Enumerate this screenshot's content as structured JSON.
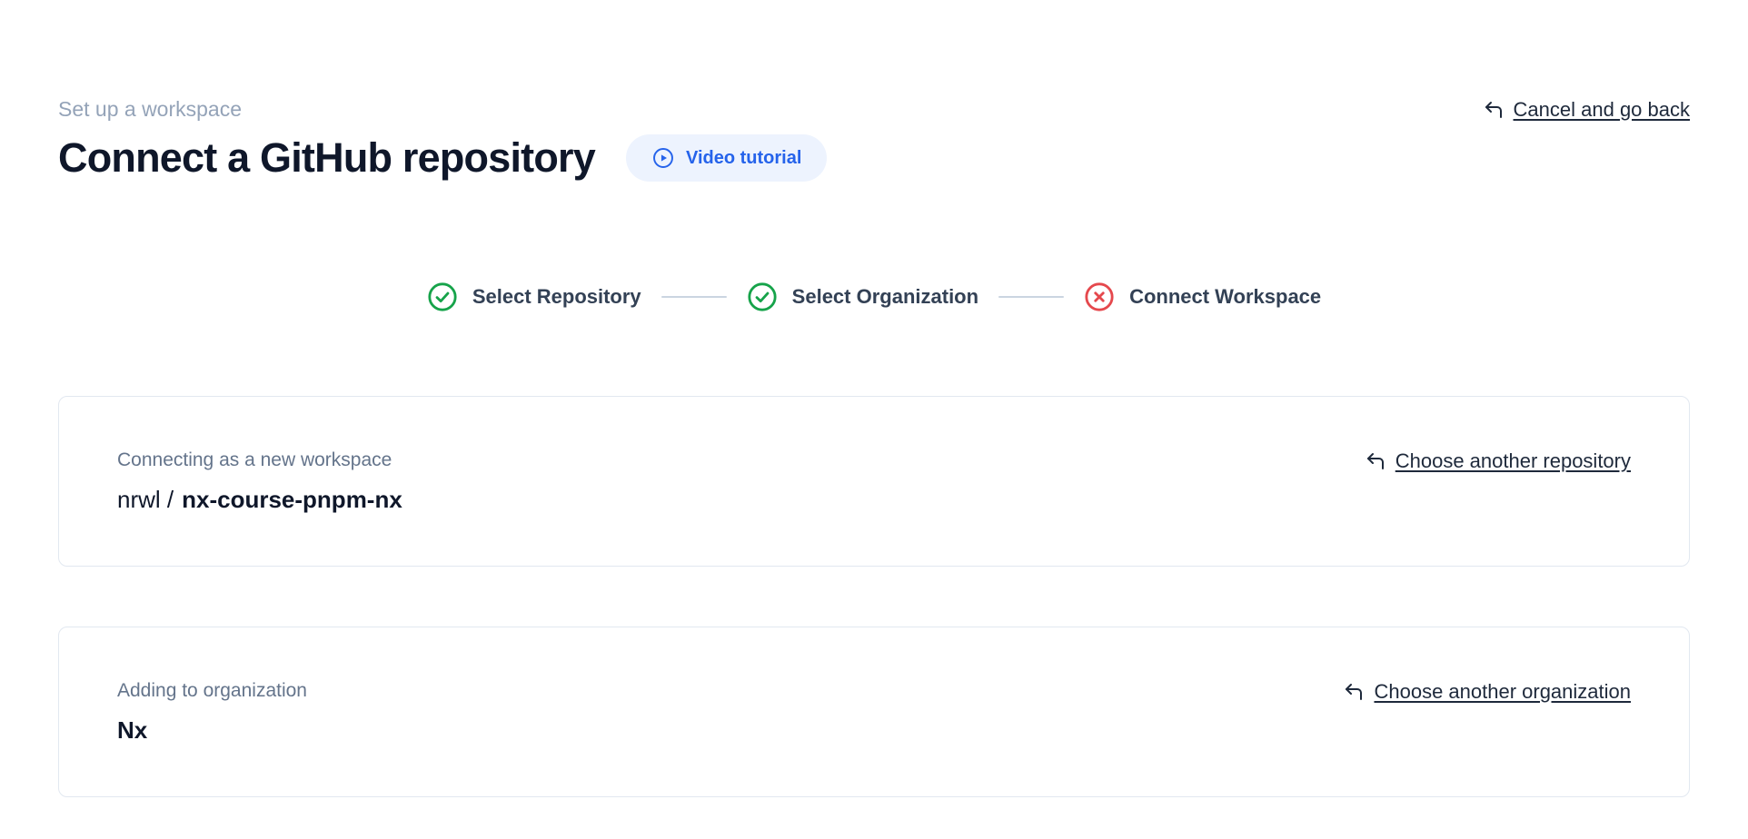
{
  "header": {
    "eyebrow": "Set up a workspace",
    "title": "Connect a GitHub repository",
    "video_button_label": "Video tutorial",
    "cancel_link_label": "Cancel and go back"
  },
  "stepper": {
    "steps": [
      {
        "label": "Select Repository",
        "status": "complete"
      },
      {
        "label": "Select Organization",
        "status": "complete"
      },
      {
        "label": "Connect Workspace",
        "status": "error"
      }
    ]
  },
  "repository_card": {
    "label": "Connecting as a new workspace",
    "owner": "nrwl /",
    "name": "nx-course-pnpm-nx",
    "action_label": "Choose another repository"
  },
  "organization_card": {
    "label": "Adding to organization",
    "name": "Nx",
    "action_label": "Choose another organization"
  },
  "colors": {
    "accent-blue": "#2563eb",
    "pill-bg": "#edf3fe",
    "success-green": "#16a34a",
    "error-red": "#e5484d",
    "link-color": "#1e293b",
    "step-text": "#334155",
    "muted-gray": "#94a3b8",
    "label-gray": "#64748b",
    "border-gray": "#e2e8f0",
    "line-gray": "#cbd5e1",
    "heading-dark": "#0f172a"
  }
}
